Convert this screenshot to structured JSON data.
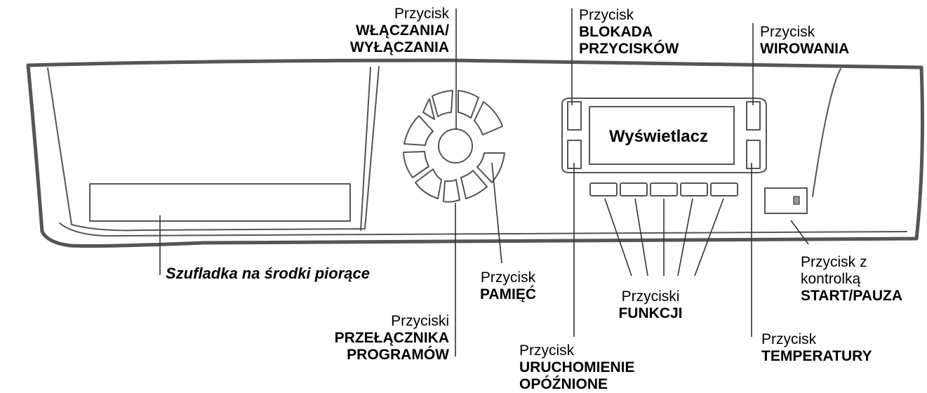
{
  "display": {
    "label": "Wyświetlacz"
  },
  "labels": {
    "power": {
      "line1": "Przycisk",
      "line2": "WŁĄCZANIA/",
      "line3": "WYŁĄCZANIA"
    },
    "lock": {
      "line1": "Przycisk",
      "line2": "BLOKADA",
      "line3": "PRZYCISKÓW"
    },
    "spin": {
      "line1": "Przycisk",
      "line2": "WIROWANIA"
    },
    "drawer": {
      "line1": "Szufladka na środki piorące"
    },
    "memory": {
      "line1": "Przycisk",
      "line2": "PAMIĘĆ"
    },
    "functions": {
      "line1": "Przyciski",
      "line2": "FUNKCJI"
    },
    "startpause": {
      "line1": "Przycisk z",
      "line2": "kontrolką",
      "line3": "START/PAUZA"
    },
    "programs": {
      "line1": "Przyciski",
      "line2": "PRZEŁĄCZNIKA",
      "line3": "PROGRAMÓW"
    },
    "delay": {
      "line1": "Przycisk",
      "line2": "URUCHOMIENIE",
      "line3": "OPÓŹNIONE"
    },
    "temperature": {
      "line1": "Przycisk",
      "line2": "TEMPERATURY"
    }
  },
  "colors": {
    "stroke": "#555555",
    "panel_fill": "#ffffff"
  }
}
